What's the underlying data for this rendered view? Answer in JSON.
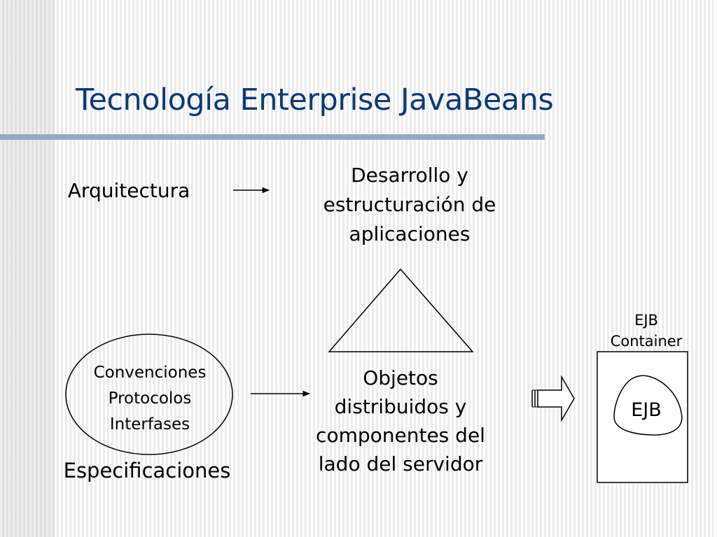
{
  "slide": {
    "title": "Tecnología Enterprise JavaBeans",
    "title_color": "#0d3a73",
    "rule_color": "#93a9c6"
  },
  "diagram": {
    "arquitectura": "Arquitectura",
    "desarrollo": [
      "Desarrollo y",
      "estructuración de",
      "aplicaciones"
    ],
    "especificaciones_items": [
      "Convenciones",
      "Protocolos",
      "Interfases"
    ],
    "especificaciones": "Especificaciones",
    "objetos": [
      "Objetos",
      "distribuidos y",
      "componentes del",
      "lado del servidor"
    ],
    "container": [
      "EJB",
      "Container"
    ],
    "ejb": "EJB"
  }
}
